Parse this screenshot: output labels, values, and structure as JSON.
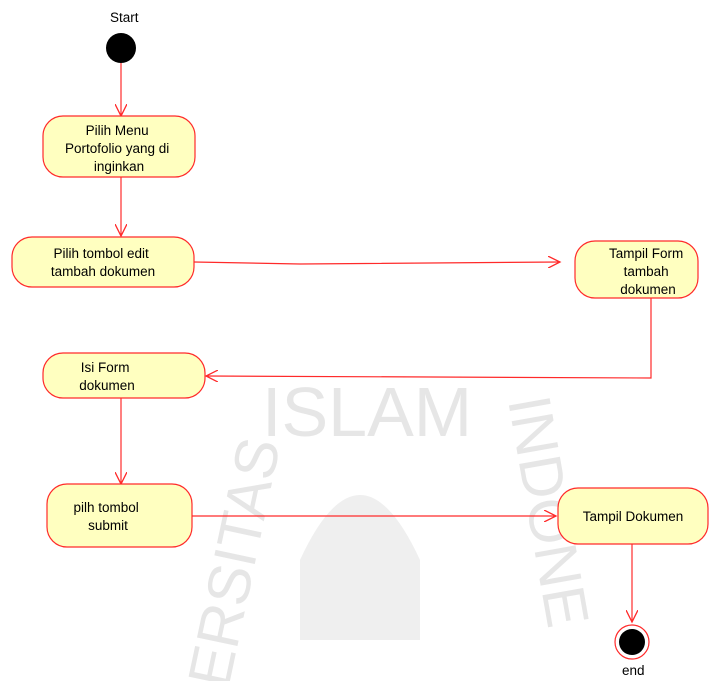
{
  "diagram": {
    "start_label": "Start",
    "end_label": "end",
    "activities": {
      "pilih_menu": [
        "Pilih Menu",
        "Portofolio yang di",
        "inginkan"
      ],
      "pilih_tombol_edit": [
        "Pilih tombol edit",
        "tambah dokumen"
      ],
      "tampil_form": [
        "Tampil Form",
        "tambah",
        "dokumen"
      ],
      "isi_form": [
        "Isi Form",
        "dokumen"
      ],
      "pilih_tombol_submit": [
        "pilh tombol",
        "submit"
      ],
      "tampil_dokumen": [
        "Tampil Dokumen"
      ]
    },
    "colors": {
      "node_fill": "#ffffc0",
      "node_border": "#ff2a2a",
      "edge": "#ff2a2a",
      "start_end": "#000000",
      "watermark": "#e6e6e6"
    }
  },
  "watermark": {
    "text_top": "ISLAM",
    "text_left": "ERSITAS",
    "text_right": "INDONE"
  }
}
